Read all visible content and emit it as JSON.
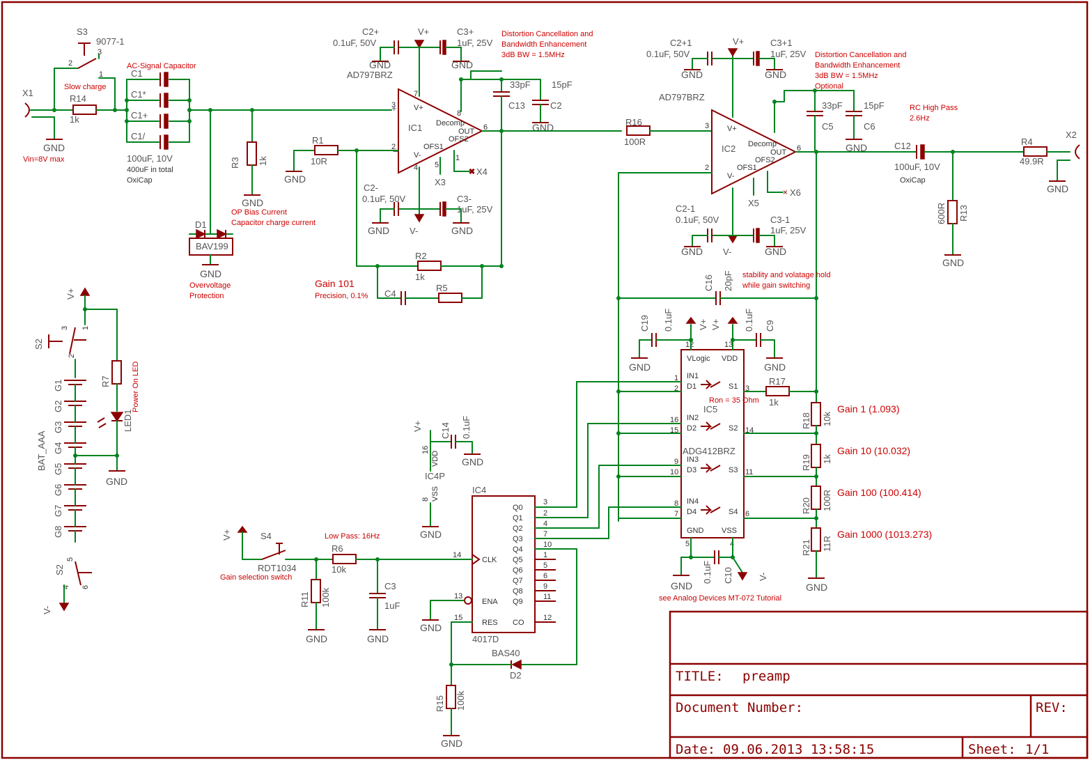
{
  "title_block": {
    "title_label": "TITLE:",
    "title": "preamp",
    "docnum_label": "Document Number:",
    "rev_label": "REV:",
    "date_label": "Date:",
    "date": "09.06.2013 13:58:15",
    "sheet_label": "Sheet:",
    "sheet": "1/1"
  },
  "components": {
    "s3": {
      "ref": "S3",
      "part": "9077-1",
      "p1": "1",
      "p2": "2",
      "p3": "3",
      "note": "Slow charge"
    },
    "x1": {
      "ref": "X1",
      "note": "Vin=8V max"
    },
    "x2": {
      "ref": "X2"
    },
    "r14": {
      "ref": "R14",
      "value": "1k"
    },
    "c1": {
      "header": "AC-Signal Capacitor",
      "c1": "C1",
      "c1s": "C1*",
      "c1p": "C1+",
      "c1sl": "C1/",
      "value": "100uF, 10V",
      "total": "400uF in total",
      "type": "OxiCap"
    },
    "r3": {
      "ref": "R3",
      "value": "1k"
    },
    "d1": {
      "ref": "D1",
      "part": "BAV199",
      "note1": "Overvoltage",
      "note2": "Protection"
    },
    "opbias": {
      "line1": "OP Bias Current",
      "line2": "Capacitor charge current"
    },
    "r1": {
      "ref": "R1",
      "value": "10R"
    },
    "ic1": {
      "ref": "IC1",
      "part": "AD797BRZ",
      "decomp": "Decomp",
      "out": "OUT",
      "ofs2": "OFS2",
      "ofs1": "OFS1",
      "vp": "V+",
      "vm": "V-",
      "pin3": "3",
      "pin2": "2",
      "pin6": "6",
      "pin8": "8",
      "pin7": "7",
      "pin4": "4",
      "pin5": "5",
      "pin1": "1",
      "x3": "X3",
      "x4": "X4"
    },
    "c2p": {
      "ref": "C2+",
      "value": "0.1uF, 50V"
    },
    "c3p": {
      "ref": "C3+",
      "value": "1uF, 25V"
    },
    "c2m": {
      "ref": "C2-",
      "value": "0.1uF, 50V"
    },
    "c3m": {
      "ref": "C3-",
      "value": "1uF, 25V"
    },
    "c13": {
      "ref": "C13",
      "value": "33pF"
    },
    "c2": {
      "ref": "C2",
      "value": "15pF"
    },
    "distortion1": {
      "line1": "Distortion Cancellation and",
      "line2": "Bandwidth Enhancement",
      "line3": "3dB BW = 1.5MHz"
    },
    "r2": {
      "ref": "R2",
      "value": "1k"
    },
    "c4": {
      "ref": "C4"
    },
    "r5": {
      "ref": "R5"
    },
    "gain101": {
      "line1": "Gain 101",
      "line2": "Precision, 0.1%"
    },
    "r16": {
      "ref": "R16",
      "value": "100R"
    },
    "ic2": {
      "ref": "IC2",
      "part": "AD797BRZ",
      "decomp": "Decomp",
      "out": "OUT",
      "ofs2": "OFS2",
      "ofs1": "OFS1",
      "vp": "V+",
      "vm": "V-",
      "x5": "X5",
      "x6": "X6"
    },
    "c2p1": {
      "ref": "C2+1",
      "value": "0.1uF, 50V"
    },
    "c3p1": {
      "ref": "C3+1",
      "value": "1uF, 25V"
    },
    "c2m1": {
      "ref": "C2-1",
      "value": "0.1uF, 50V"
    },
    "c3m1": {
      "ref": "C3-1",
      "value": "1uF, 25V"
    },
    "c5": {
      "ref": "C5",
      "value": "33pF"
    },
    "c6": {
      "ref": "C6",
      "value": "15pF"
    },
    "distortion2": {
      "line1": "Distortion Cancellation and",
      "line2": "Bandwidth Enhancement",
      "line3": "3dB BW = 1.5MHz",
      "line4": "Optional"
    },
    "rchp": {
      "line1": "RC High Pass",
      "line2": "2.6Hz"
    },
    "c12": {
      "ref": "C12",
      "value": "100uF, 10V",
      "type": "OxiCap"
    },
    "r4": {
      "ref": "R4",
      "value": "49.9R"
    },
    "r13": {
      "ref": "R13",
      "value": "600R"
    },
    "c16": {
      "ref": "C16",
      "value": "20pF",
      "note1": "stability and volatage hold",
      "note2": "while gain switching"
    },
    "c19": {
      "ref": "C19",
      "value": "0.1uF"
    },
    "c9": {
      "ref": "C9",
      "value": "0.1uF"
    },
    "ic5": {
      "ref": "IC5",
      "part": "ADG412BRZ",
      "vlogic": "VLogic",
      "vdd": "VDD",
      "gnd": "GND",
      "vss": "VSS",
      "in1": "IN1",
      "in2": "IN2",
      "in3": "IN3",
      "in4": "IN4",
      "d1": "D1",
      "d2": "D2",
      "d3": "D3",
      "d4": "D4",
      "s1": "S1",
      "s2": "S2",
      "s3": "S3",
      "s4": "S4",
      "ron": "Ron = 35 Ohm",
      "p12": "12",
      "p13": "13",
      "p1": "1",
      "p2": "2",
      "p3": "3",
      "p16": "16",
      "p15": "15",
      "p14": "14",
      "p9": "9",
      "p10": "10",
      "p11": "11",
      "p8": "8",
      "p7": "7",
      "p6": "6",
      "p5": "5",
      "p4": "4"
    },
    "r17": {
      "ref": "R17",
      "value": "1k"
    },
    "r18": {
      "ref": "R18",
      "value": "10k",
      "gain": "Gain 1 (1.093)"
    },
    "r19": {
      "ref": "R19",
      "value": "1k",
      "gain": "Gain 10 (10.032)"
    },
    "r20": {
      "ref": "R20",
      "value": "100R",
      "gain": "Gain 100 (100.414)"
    },
    "r21": {
      "ref": "R21",
      "value": "11R",
      "gain": "Gain 1000 (1013.273)"
    },
    "c10": {
      "ref": "C10",
      "value": "0.1uF",
      "note": "see Analog Devices MT-072 Tutorial"
    },
    "c14": {
      "ref": "C14",
      "value": "0.1uF"
    },
    "ic4p": {
      "ref": "IC4P",
      "vdd": "VDD",
      "vss": "VSS",
      "p16": "16",
      "p8": "8"
    },
    "ic4": {
      "ref": "IC4",
      "part": "4017D",
      "clk": "CLK",
      "ena": "ENA",
      "res": "RES",
      "co": "CO",
      "q0": "Q0",
      "q1": "Q1",
      "q2": "Q2",
      "q3": "Q3",
      "q4": "Q4",
      "q5": "Q5",
      "q6": "Q6",
      "q7": "Q7",
      "q8": "Q8",
      "q9": "Q9",
      "p3": "3",
      "p2": "2",
      "p4": "4",
      "p7": "7",
      "p10": "10",
      "p1": "1",
      "p5": "5",
      "p6": "6",
      "p9": "9",
      "p11": "11",
      "p12": "12",
      "p14": "14",
      "p13": "13",
      "p15": "15"
    },
    "s4": {
      "ref": "S4",
      "part": "RDT1034",
      "note": "Gain selection switch"
    },
    "r6": {
      "ref": "R6",
      "value": "10k",
      "note": "Low Pass: 16Hz"
    },
    "r11": {
      "ref": "R11",
      "value": "100k"
    },
    "c3": {
      "ref": "C3",
      "value": "1uF"
    },
    "d2": {
      "ref": "D2",
      "part": "BAS40"
    },
    "r15": {
      "ref": "R15",
      "value": "100k"
    },
    "s2": {
      "ref": "S2",
      "p1": "1",
      "p2": "2",
      "p3": "3",
      "p4": "4",
      "p5": "5",
      "p6": "6"
    },
    "r7": {
      "ref": "R7"
    },
    "led1": {
      "ref": "LED1",
      "note": "Power On LED"
    },
    "bat": {
      "ref": "BAT_AAA",
      "g1": "G1",
      "g2": "G2",
      "g3": "G3",
      "g4": "G4",
      "g5": "G5",
      "g6": "G6",
      "g7": "G7",
      "g8": "G8"
    }
  },
  "supply": {
    "gnd": "GND",
    "vplus": "V+",
    "vminus": "V-"
  }
}
